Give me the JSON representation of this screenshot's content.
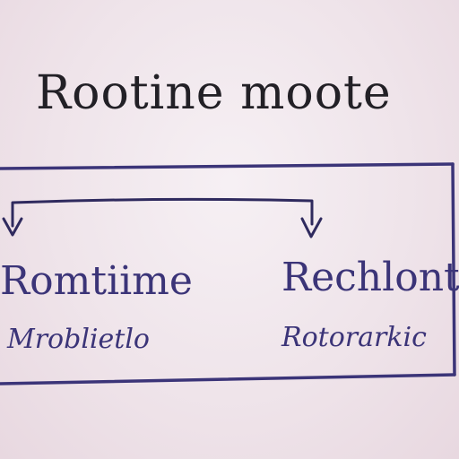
{
  "title": "Rootine moote",
  "left_box": {
    "primary": "Romtiime",
    "secondary": "Mroblietlo"
  },
  "right_box": {
    "primary": "Rechlont",
    "secondary": "Rotorarkic"
  },
  "colors": {
    "title_ink": "#222026",
    "diagram_ink": "#3b3478",
    "background": "#efe4ea"
  }
}
